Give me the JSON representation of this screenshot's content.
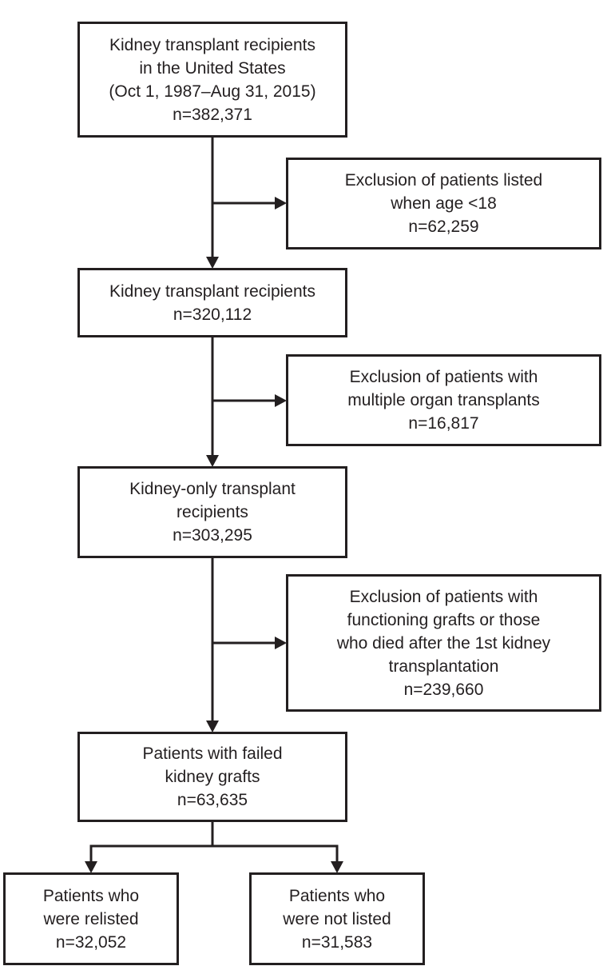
{
  "diagram": {
    "type": "flowchart",
    "background": "#ffffff",
    "border_color": "#231f20",
    "text_color": "#231f20",
    "nodes": {
      "total": {
        "text": "Kidney transplant recipients\nin the United States\n(Oct 1, 1987–Aug 31, 2015)\nn=382,371",
        "n": "382,371"
      },
      "exclusion_age": {
        "text": "Exclusion of patients listed\nwhen age <18\nn=62,259",
        "n": "62,259"
      },
      "recipients": {
        "text": "Kidney transplant recipients\nn=320,112",
        "n": "320,112"
      },
      "exclusion_multi_organ": {
        "text": "Exclusion of patients with\nmultiple organ transplants\nn=16,817",
        "n": "16,817"
      },
      "kidney_only": {
        "text": "Kidney-only transplant\nrecipients\nn=303,295",
        "n": "303,295"
      },
      "exclusion_functioning": {
        "text": "Exclusion of patients with\nfunctioning grafts or those\nwho died after the 1st kidney\ntransplantation\nn=239,660",
        "n": "239,660"
      },
      "failed_grafts": {
        "text": "Patients with failed\nkidney grafts\nn=63,635",
        "n": "63,635"
      },
      "relisted": {
        "text": "Patients who\nwere relisted\nn=32,052",
        "n": "32,052"
      },
      "not_listed": {
        "text": "Patients who\nwere not listed\nn=31,583",
        "n": "31,583"
      }
    },
    "edges": [
      {
        "from": "total",
        "to": "recipients",
        "style": "arrow-down"
      },
      {
        "from": "total",
        "to": "exclusion_age",
        "style": "arrow-right"
      },
      {
        "from": "recipients",
        "to": "kidney_only",
        "style": "arrow-down"
      },
      {
        "from": "recipients",
        "to": "exclusion_multi_organ",
        "style": "arrow-right"
      },
      {
        "from": "kidney_only",
        "to": "failed_grafts",
        "style": "arrow-down"
      },
      {
        "from": "kidney_only",
        "to": "exclusion_functioning",
        "style": "arrow-right"
      },
      {
        "from": "failed_grafts",
        "to": "relisted",
        "style": "arrow-down"
      },
      {
        "from": "failed_grafts",
        "to": "not_listed",
        "style": "arrow-down"
      }
    ]
  }
}
